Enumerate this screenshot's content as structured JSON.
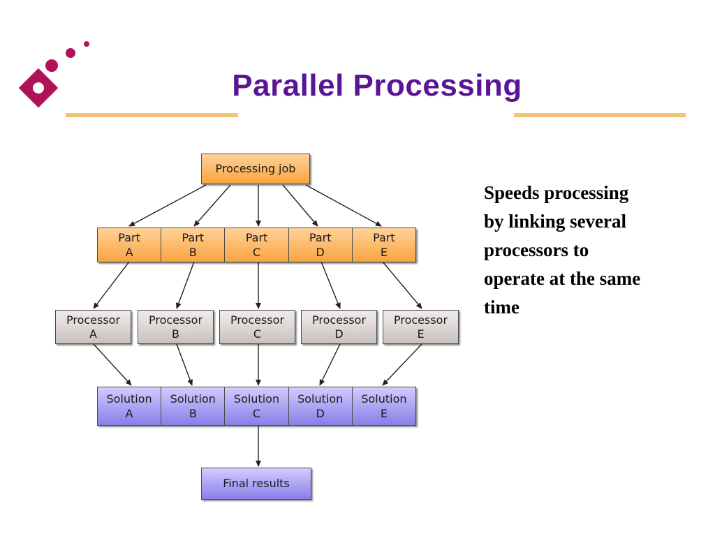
{
  "slide": {
    "title": "Parallel Processing",
    "body_text": "Speeds processing by linking several processors to operate at the same time"
  },
  "diagram": {
    "job": "Processing job",
    "parts": [
      {
        "line1": "Part",
        "line2": "A"
      },
      {
        "line1": "Part",
        "line2": "B"
      },
      {
        "line1": "Part",
        "line2": "C"
      },
      {
        "line1": "Part",
        "line2": "D"
      },
      {
        "line1": "Part",
        "line2": "E"
      }
    ],
    "processors": [
      {
        "line1": "Processor",
        "line2": "A"
      },
      {
        "line1": "Processor",
        "line2": "B"
      },
      {
        "line1": "Processor",
        "line2": "C"
      },
      {
        "line1": "Processor",
        "line2": "D"
      },
      {
        "line1": "Processor",
        "line2": "E"
      }
    ],
    "solutions": [
      {
        "line1": "Solution",
        "line2": "A"
      },
      {
        "line1": "Solution",
        "line2": "B"
      },
      {
        "line1": "Solution",
        "line2": "C"
      },
      {
        "line1": "Solution",
        "line2": "D"
      },
      {
        "line1": "Solution",
        "line2": "E"
      }
    ],
    "final": "Final results"
  },
  "colors": {
    "title": "#5a1596",
    "accent_rule": "#f5c27a",
    "logo": "#b0125a"
  }
}
